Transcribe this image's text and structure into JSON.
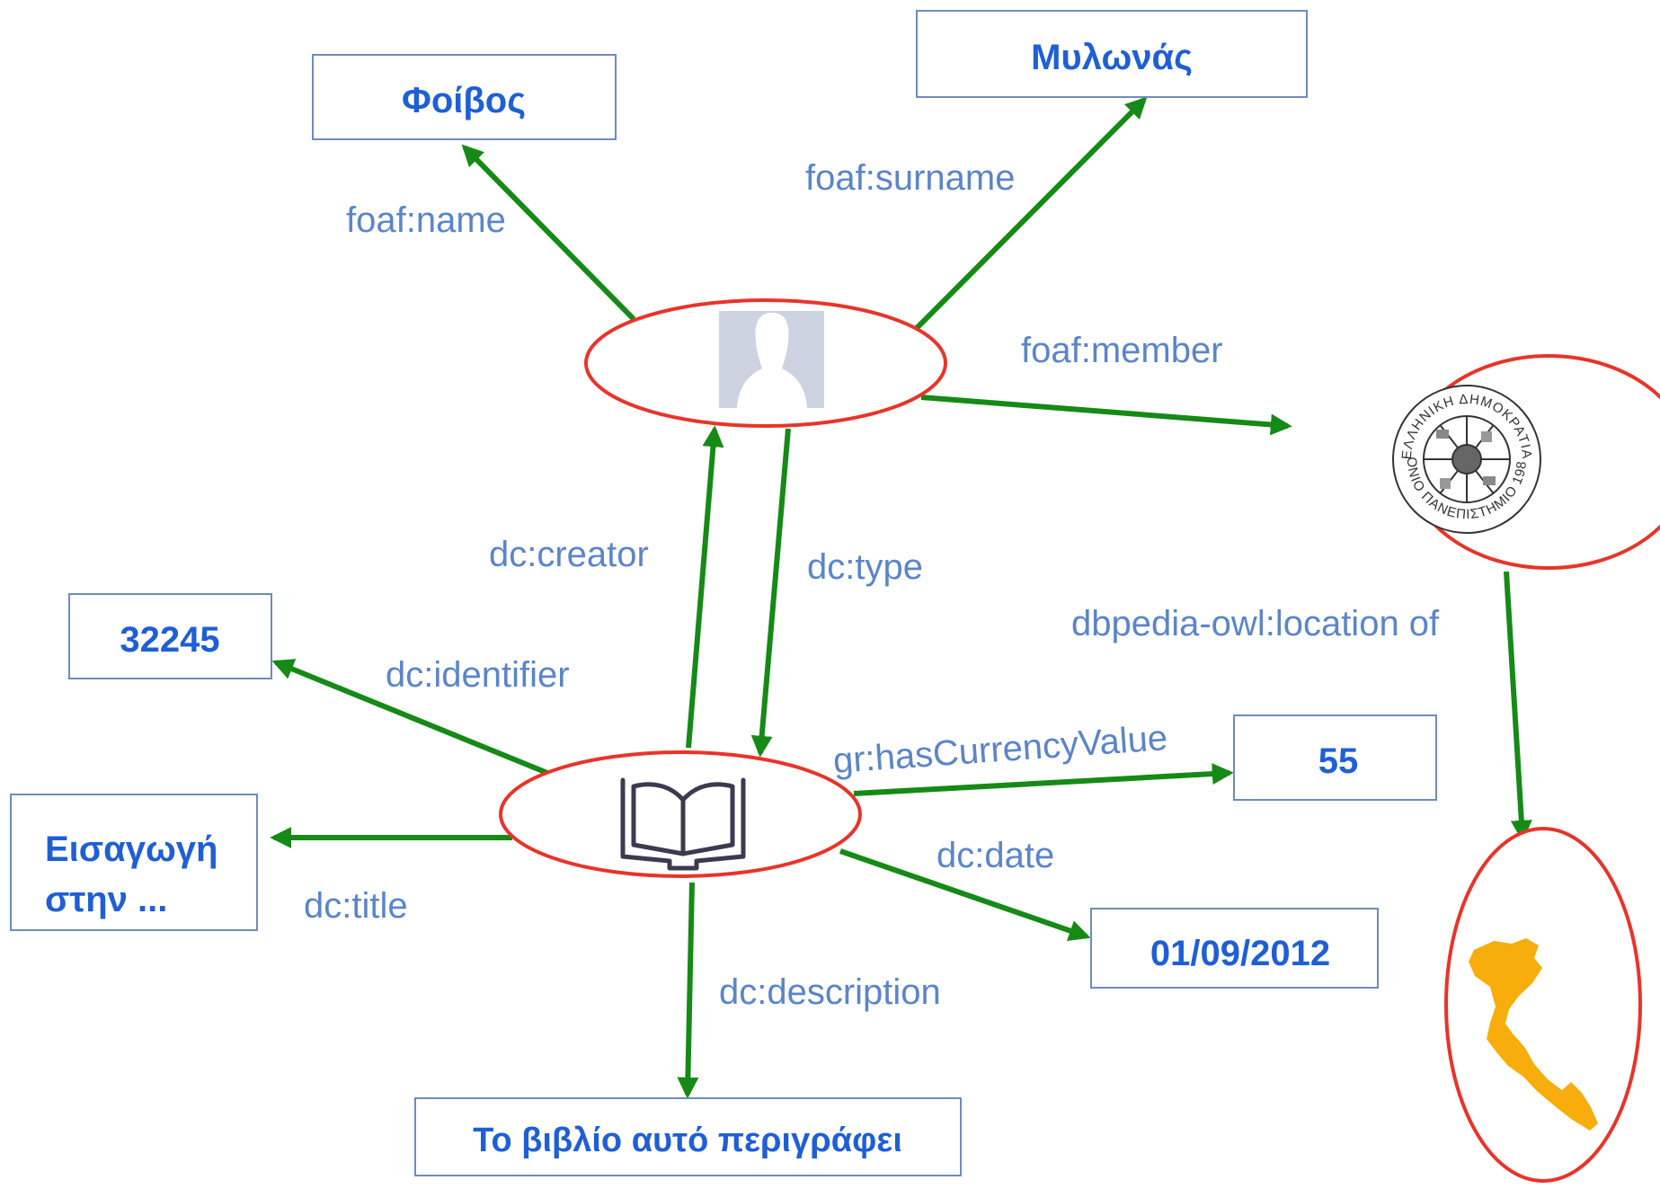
{
  "colors": {
    "edge": "#168a16",
    "node_border": "#e8342a",
    "box_border": "#6f8bbd",
    "box_text": "#1f5fd6",
    "label_text": "#5b85c9",
    "map_fill": "#f7ad0b",
    "avatar_fill": "#cdd3e0"
  },
  "nodes": {
    "person": {
      "icon": "person-silhouette-icon"
    },
    "book": {
      "icon": "open-book-icon"
    },
    "university": {
      "icon": "university-seal-icon",
      "seal_top": "ΕΛΛΗΝΙΚΗ ΔΗΜΟΚΡΑΤΙΑ",
      "seal_bottom": "ΙΟΝΙΟ ΠΑΝΕΠΙΣΤΗΜΙΟ 1984"
    },
    "island": {
      "icon": "corfu-map-icon"
    }
  },
  "boxes": {
    "name": "Φοίβος",
    "surname": "Μυλωνάς",
    "identifier": "32245",
    "title_line1": "Εισαγωγή",
    "title_line2": "στην ...",
    "description": "Το βιβλίο αυτό περιγράφει",
    "price": "55",
    "date": "01/09/2012"
  },
  "edges": {
    "name": "foaf:name",
    "surname": "foaf:surname",
    "member": "foaf:member",
    "creator": "dc:creator",
    "type": "dc:type",
    "identifier": "dc:identifier",
    "currency": "gr:hasCurrencyValue",
    "title": "dc:title",
    "date": "dc:date",
    "description": "dc:description",
    "location": "dbpedia-owl:location of"
  }
}
